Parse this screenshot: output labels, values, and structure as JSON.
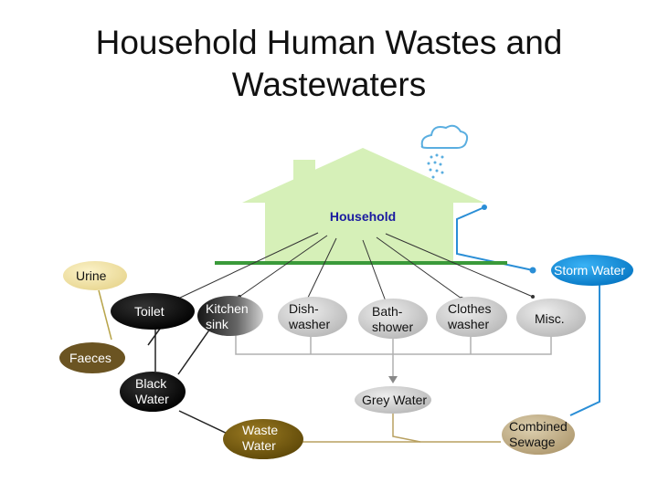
{
  "slide": {
    "title_line1": "Household Human Wastes and",
    "title_line2": "Wastewaters"
  },
  "diagram": {
    "house_label": "Household",
    "sources": {
      "toilet": "Toilet",
      "kitchen_line1": "Kitchen",
      "kitchen_line2": "sink",
      "dish_line1": "Dish-",
      "dish_line2": "washer",
      "bath_line1": "Bath-",
      "bath_line2": "shower",
      "clothes_line1": "Clothes",
      "clothes_line2": "washer",
      "misc": "Misc."
    },
    "outputs": {
      "urine": "Urine",
      "faeces": "Faeces",
      "black_line1": "Black",
      "black_line2": "Water",
      "grey": "Grey Water",
      "storm": "Storm Water",
      "waste_line1": "Waste",
      "waste_line2": "Water",
      "combined_line1": "Combined",
      "combined_line2": "Sewage"
    },
    "colors": {
      "house": "#d6f0b8",
      "ground": "#3a9a3a",
      "house_label": "#1a1aa0",
      "toilet": "#000000",
      "black_water": "#000000",
      "appliance": "#c6c6c6",
      "urine": "#f3e6a6",
      "faeces": "#6b5422",
      "waste_water": "#7a5e10",
      "combined": "#c7b38a",
      "storm": "#0a8fe0",
      "storm_pipe": "#2a8ed6",
      "cloud": "#5aaee0",
      "grey_lines": "#b0b0b0",
      "waste_lines": "#b8a060"
    }
  }
}
